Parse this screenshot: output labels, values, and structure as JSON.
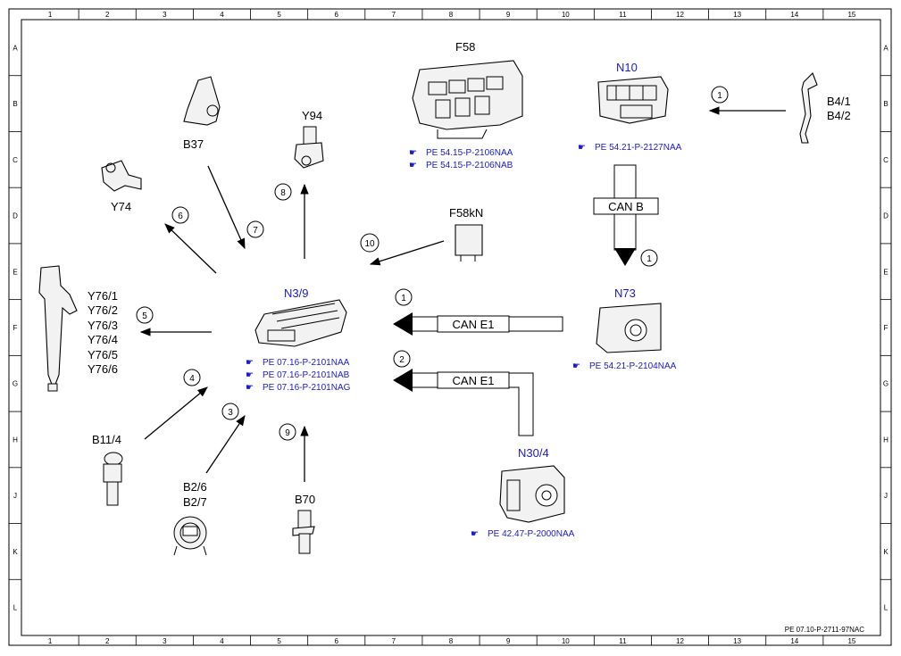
{
  "grid": {
    "columns": [
      "1",
      "2",
      "3",
      "4",
      "5",
      "6",
      "7",
      "8",
      "9",
      "10",
      "11",
      "12",
      "13",
      "14",
      "15"
    ],
    "rows": [
      "A",
      "B",
      "C",
      "D",
      "E",
      "F",
      "G",
      "H",
      "J",
      "K",
      "L"
    ]
  },
  "components": {
    "f58": "F58",
    "n10": "N10",
    "b4_1": "B4/1",
    "b4_2": "B4/2",
    "b37": "B37",
    "y94": "Y94",
    "y74": "Y74",
    "f58kn": "F58kN",
    "n3_9": "N3/9",
    "n73": "N73",
    "y76": [
      "Y76/1",
      "Y76/2",
      "Y76/3",
      "Y76/4",
      "Y76/5",
      "Y76/6"
    ],
    "b11_4": "B11/4",
    "b2_6": "B2/6",
    "b2_7": "B2/7",
    "b70": "B70",
    "n30_4": "N30/4"
  },
  "references": {
    "f58": [
      "PE 54.15-P-2106NAA",
      "PE 54.15-P-2106NAB"
    ],
    "n10": [
      "PE 54.21-P-2127NAA"
    ],
    "n3_9": [
      "PE 07.16-P-2101NAA",
      "PE 07.16-P-2101NAB",
      "PE 07.16-P-2101NAG"
    ],
    "n73": [
      "PE 54.21-P-2104NAA"
    ],
    "n30_4": [
      "PE 42.47-P-2000NAA"
    ]
  },
  "buses": {
    "can_b": "CAN B",
    "can_e1_top": "CAN E1",
    "can_e1_bottom": "CAN E1"
  },
  "callouts": {
    "c1_top": "1",
    "c1_canb": "1",
    "c1_cane": "1",
    "c2": "2",
    "c3": "3",
    "c4": "4",
    "c5": "5",
    "c6": "6",
    "c7": "7",
    "c8": "8",
    "c9": "9",
    "c10": "10"
  },
  "footer_code": "PE 07.10-P-2711-97NAC",
  "colors": {
    "label_blue": "#1a1ad0",
    "line": "#000000"
  }
}
